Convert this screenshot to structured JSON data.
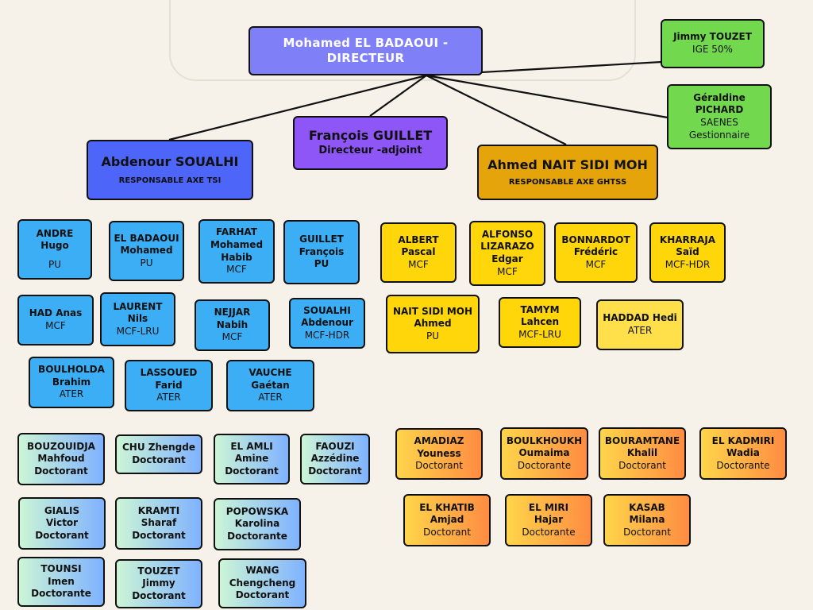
{
  "director": {
    "name": "Mohamed EL BADAOUI -\nDIRECTEUR"
  },
  "deputy": {
    "name": "François GUILLET",
    "role": "Directeur -adjoint"
  },
  "staff": [
    {
      "name": "Jimmy TOUZET",
      "role": "IGE 50%"
    },
    {
      "name": "Géraldine\nPICHARD",
      "role": "SAENES\nGestionnaire"
    }
  ],
  "axis_tsi": {
    "name": "Abdenour SOUALHI",
    "role": "RESPONSABLE AXE TSI"
  },
  "axis_ghtss": {
    "name": "Ahmed NAIT SIDI MOH",
    "role": "RESPONSABLE AXE GHTSS"
  },
  "tsi_members": [
    {
      "name": "ANDRE Hugo",
      "role": "PU"
    },
    {
      "name": "EL BADAOUI\nMohamed",
      "role": "PU"
    },
    {
      "name": "FARHAT\nMohamed\nHabib",
      "role": "MCF"
    },
    {
      "name": "GUILLET\nFrançois",
      "role": "PU"
    },
    {
      "name": "HAD Anas",
      "role": "MCF"
    },
    {
      "name": "LAURENT\nNils",
      "role": "MCF-LRU"
    },
    {
      "name": "NEJJAR\nNabih",
      "role": "MCF"
    },
    {
      "name": "SOUALHI\nAbdenour",
      "role": "MCF-HDR"
    },
    {
      "name": "BOULHOLDA\nBrahim",
      "role": "ATER"
    },
    {
      "name": "LASSOUED\nFarid",
      "role": "ATER"
    },
    {
      "name": "VAUCHE\nGaétan",
      "role": "ATER"
    }
  ],
  "ghtss_members": [
    {
      "name": "ALBERT\nPascal",
      "role": "MCF"
    },
    {
      "name": "ALFONSO\nLIZARAZO\nEdgar",
      "role": "MCF"
    },
    {
      "name": "BONNARDOT\nFrédéric",
      "role": "MCF"
    },
    {
      "name": "KHARRAJA\nSaïd",
      "role": "MCF-HDR"
    },
    {
      "name": "NAIT SIDI MOH\nAhmed",
      "role": "PU"
    },
    {
      "name": "TAMYM\nLahcen",
      "role": "MCF-LRU"
    },
    {
      "name": "HADDAD Hedi",
      "role": "ATER"
    }
  ],
  "tsi_doctorants": [
    {
      "name": "BOUZOUIDJA\nMahfoud\nDoctorant"
    },
    {
      "name": "CHU Zhengde\nDoctorant"
    },
    {
      "name": "EL AMLI\nAmine\nDoctorant"
    },
    {
      "name": "FAOUZI\nAzzédine\nDoctorant"
    },
    {
      "name": "GIALIS\nVictor\nDoctorant"
    },
    {
      "name": "KRAMTI\nSharaf\nDoctorant"
    },
    {
      "name": "POPOWSKA\nKarolina\nDoctorante"
    },
    {
      "name": "TOUNSI\nImen\nDoctorante"
    },
    {
      "name": "TOUZET\nJimmy\nDoctorant"
    },
    {
      "name": "WANG\nChengcheng\nDoctorant"
    }
  ],
  "ghtss_doctorants": [
    {
      "name": "AMADIAZ\nYouness",
      "role": "Doctorant"
    },
    {
      "name": "BOULKHOUKH\nOumaima",
      "role": "Doctorante"
    },
    {
      "name": "BOURAMTANE\nKhalil",
      "role": "Doctorant"
    },
    {
      "name": "EL KADMIRI\nWadia",
      "role": "Doctorante"
    },
    {
      "name": "EL KHATIB\nAmjad",
      "role": "Doctorant"
    },
    {
      "name": "EL MIRI\nHajar",
      "role": "Doctorante"
    },
    {
      "name": "KASAB\nMilana",
      "role": "Doctorant"
    }
  ],
  "colors": {
    "director": "#7f7ff7",
    "deputy": "#8e56f6",
    "axis_tsi": "#4e65f9",
    "axis_ghtss": "#e5a50a",
    "staff": "#72d84e",
    "tsi_member": "#3baef5",
    "ghtss_member": "#ffd60a",
    "background": "#f6f2ea"
  }
}
